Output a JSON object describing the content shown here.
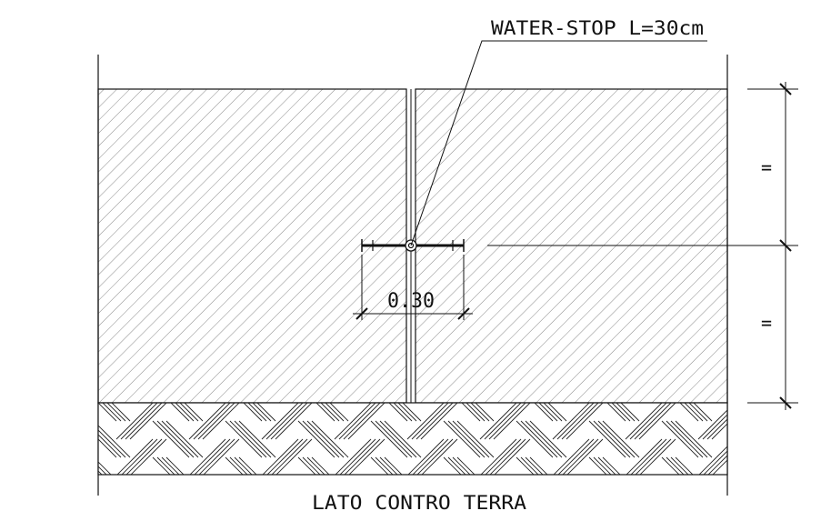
{
  "labels": {
    "waterstop_callout": "WATER-STOP L=30cm",
    "width_dimension": "0.30",
    "equal_top": "=",
    "equal_bottom": "=",
    "footer_caption": "LATO CONTRO TERRA"
  },
  "colors": {
    "line": "#111111",
    "hatch": "#8a8a8a",
    "earth": "#222222",
    "background": "#ffffff"
  }
}
